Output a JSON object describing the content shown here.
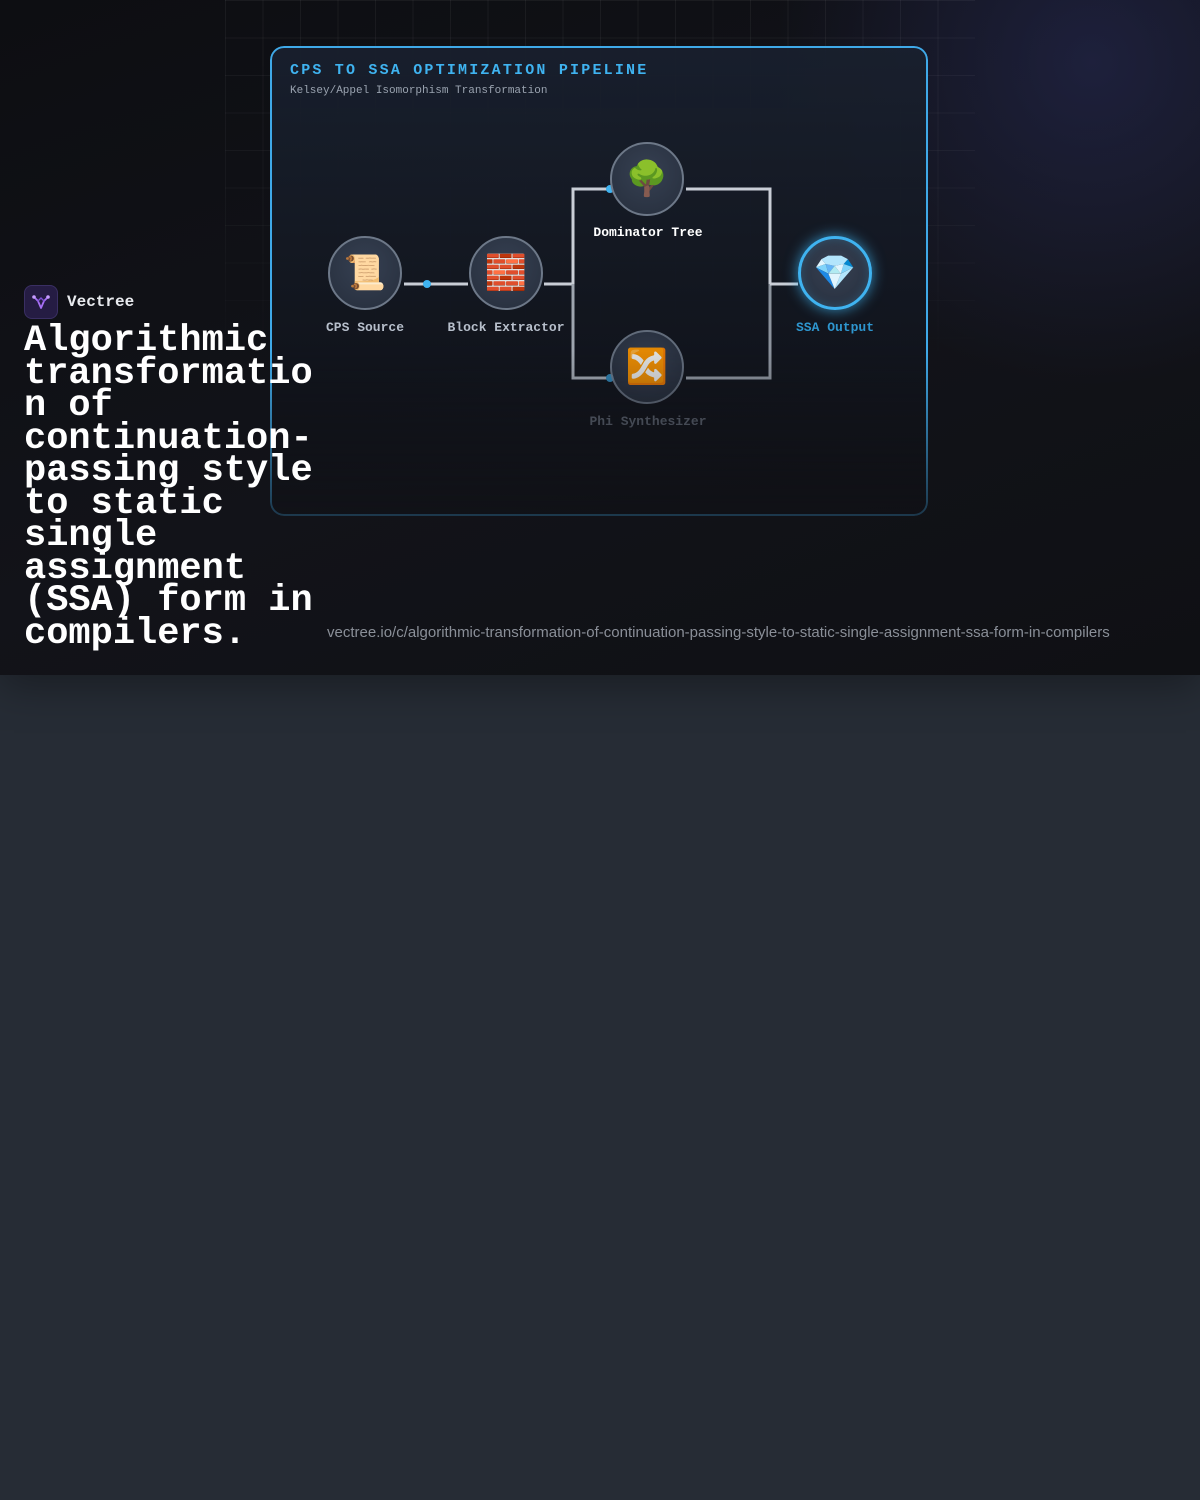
{
  "brand": {
    "name": "Vectree",
    "logo_icon": "vectree-logo-icon"
  },
  "headline": "Algorithmic transformation of continuation-passing style to static single assignment (SSA) form in compilers.",
  "url": "vectree.io/c/algorithmic-transformation-of-continuation-passing-style-to-static-single-assignment-ssa-form-in-compilers",
  "diagram": {
    "title": "CPS TO SSA OPTIMIZATION PIPELINE",
    "subtitle": "Kelsey/Appel Isomorphism Transformation",
    "nodes": [
      {
        "id": "cps-source",
        "label": "CPS Source",
        "icon": "scroll-icon",
        "glyph": "📜",
        "state": "normal"
      },
      {
        "id": "block-extractor",
        "label": "Block Extractor",
        "icon": "bricks-icon",
        "glyph": "🧱",
        "state": "normal"
      },
      {
        "id": "dominator-tree",
        "label": "Dominator Tree",
        "icon": "tree-icon",
        "glyph": "🌳",
        "state": "highlight"
      },
      {
        "id": "phi-synthesizer",
        "label": "Phi Synthesizer",
        "icon": "shuffle-icon",
        "glyph": "🔀",
        "state": "dim"
      },
      {
        "id": "ssa-output",
        "label": "SSA Output",
        "icon": "gem-icon",
        "glyph": "💎",
        "state": "active"
      }
    ],
    "edges": [
      {
        "from": "cps-source",
        "to": "block-extractor"
      },
      {
        "from": "block-extractor",
        "to": "dominator-tree"
      },
      {
        "from": "block-extractor",
        "to": "phi-synthesizer"
      },
      {
        "from": "dominator-tree",
        "to": "ssa-output"
      },
      {
        "from": "phi-synthesizer",
        "to": "ssa-output"
      }
    ],
    "colors": {
      "accent": "#3fb3f0",
      "wire": "#c9ced6",
      "node_border": "#6d7888"
    }
  }
}
